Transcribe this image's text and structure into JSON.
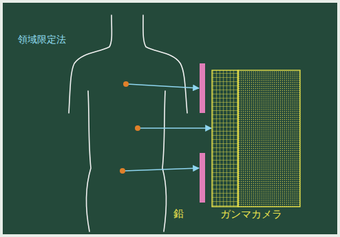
{
  "diagram": {
    "title": "領域限定法",
    "labels": [
      "鉛",
      "ガンマカメラ"
    ]
  }
}
